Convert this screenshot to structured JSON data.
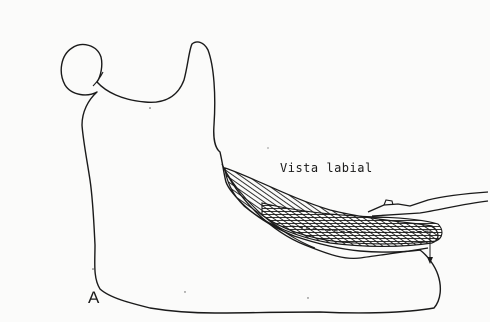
{
  "figure": {
    "view_label": "Vista labial",
    "panel_label": "A",
    "ink_color": "#1a1a1a",
    "paper_color": "#fbfbfa"
  },
  "icons": {
    "drawing": "mandible-line-drawing",
    "instrument": "probe-instrument"
  }
}
